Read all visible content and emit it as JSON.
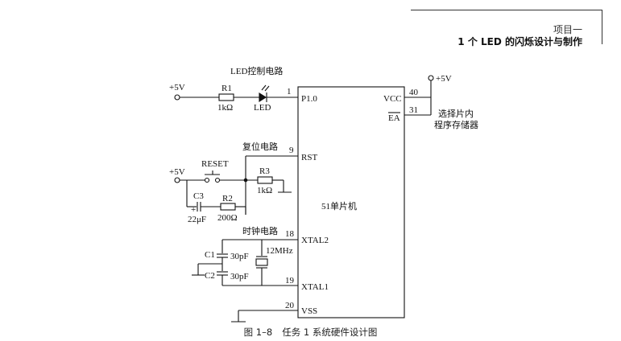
{
  "header": {
    "subtitle": "项目一",
    "title": "1 个 LED 的闪烁设计与制作"
  },
  "diagram": {
    "mcu_label": "51单片机",
    "sections": {
      "led": "LED控制电路",
      "reset": "复位电路",
      "clock": "时钟电路"
    },
    "pins": {
      "p10": {
        "num": "1",
        "name": "P1.0"
      },
      "vcc": {
        "num": "40",
        "name": "VCC"
      },
      "ea": {
        "num": "31",
        "name": "EA"
      },
      "rst": {
        "num": "9",
        "name": "RST"
      },
      "xtal2": {
        "num": "18",
        "name": "XTAL2"
      },
      "xtal1": {
        "num": "19",
        "name": "XTAL1"
      },
      "vss": {
        "num": "20",
        "name": "VSS"
      }
    },
    "power": {
      "led_supply": "+5V",
      "vcc_supply": "+5V",
      "reset_supply": "+5V"
    },
    "ea_note_line1": "选择片内",
    "ea_note_line2": "程序存储器",
    "components": {
      "r1": {
        "ref": "R1",
        "value": "1kΩ"
      },
      "led": {
        "ref": "LED"
      },
      "reset_button": {
        "ref": "RESET"
      },
      "r3": {
        "ref": "R3",
        "value": "1kΩ"
      },
      "c3": {
        "ref": "C3",
        "value": "22μF",
        "polarity": "+"
      },
      "r2": {
        "ref": "R2",
        "value": "200Ω"
      },
      "c1": {
        "ref": "C1",
        "value": "30pF"
      },
      "c2": {
        "ref": "C2",
        "value": "30pF"
      },
      "crystal": {
        "value": "12MHz"
      }
    }
  },
  "caption": {
    "figure": "图 1–8",
    "text": "任务 1 系统硬件设计图"
  }
}
